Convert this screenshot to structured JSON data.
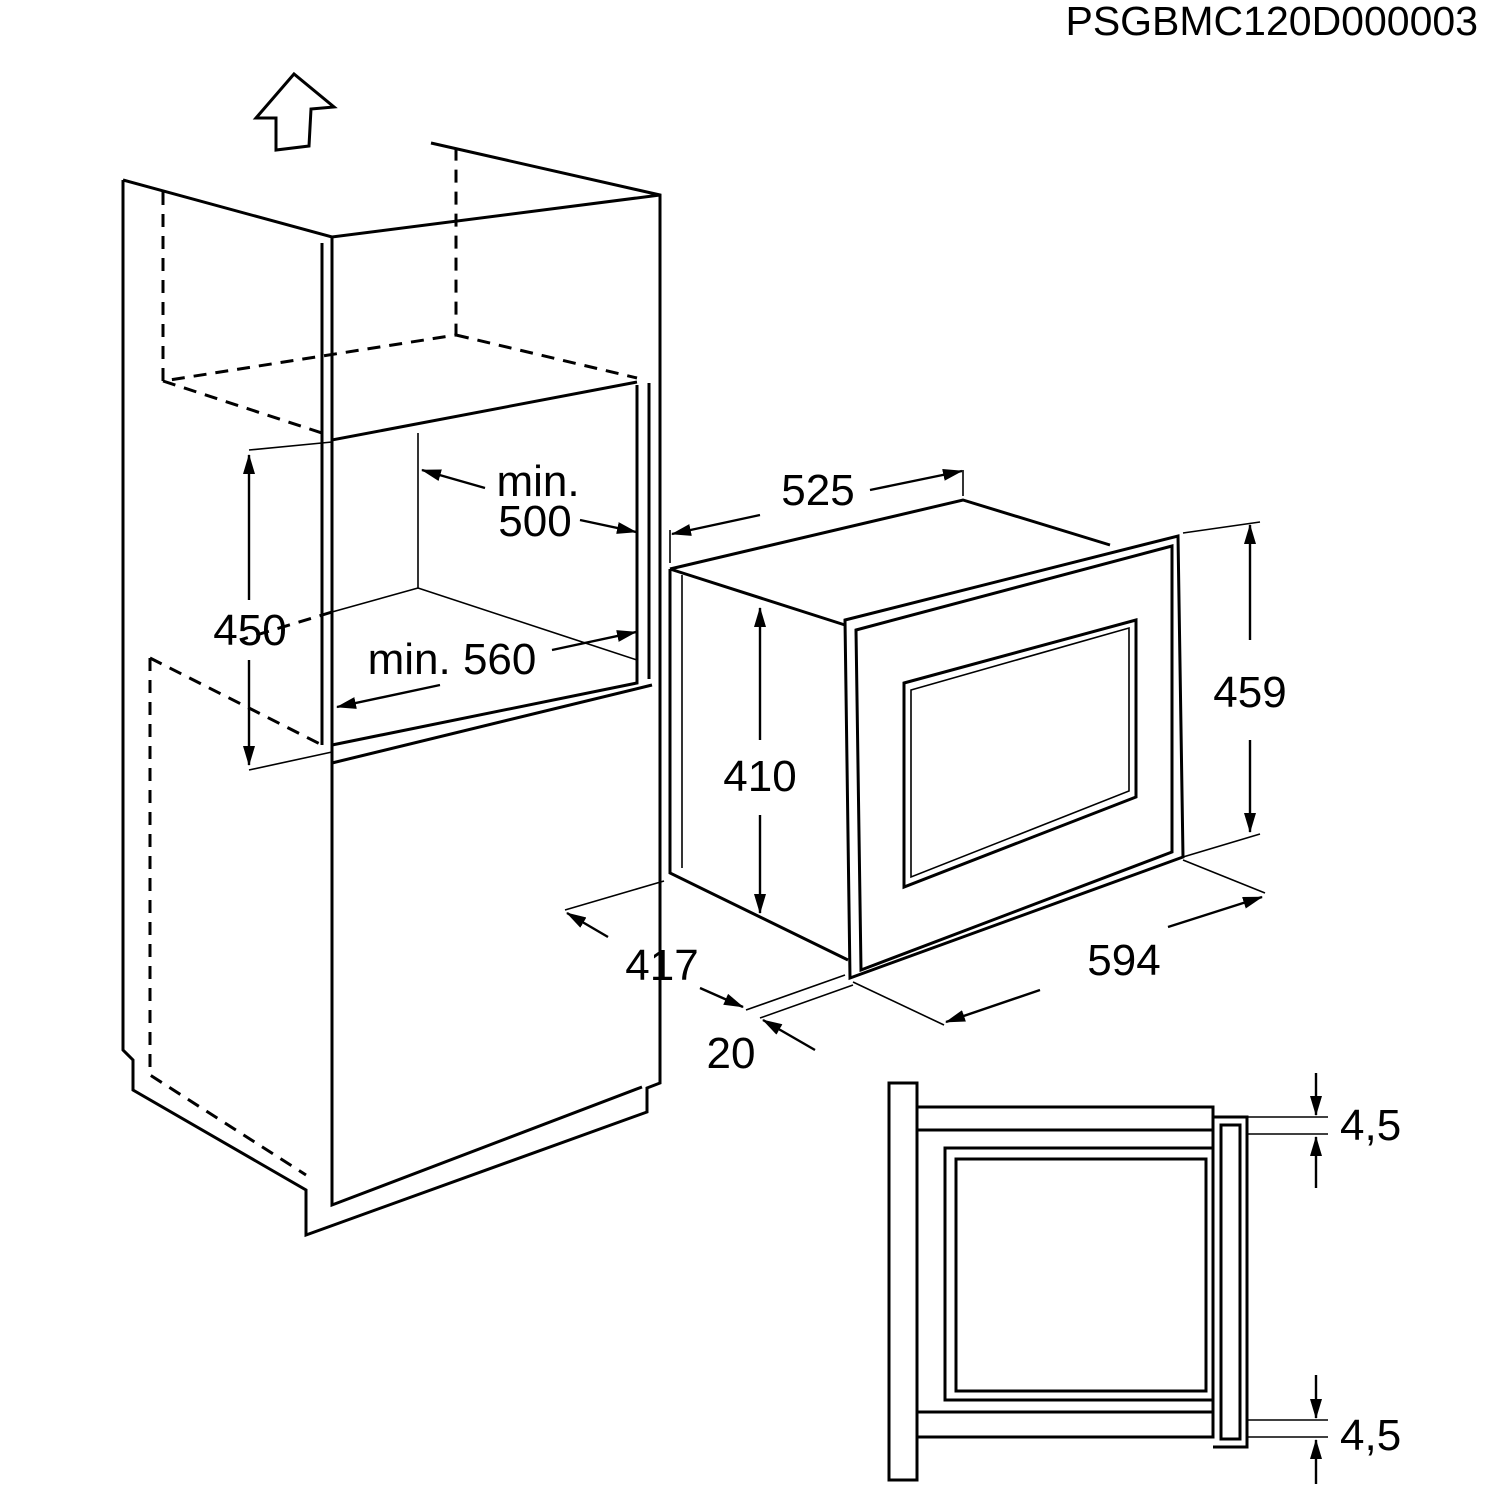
{
  "document_code": "PSGBMC120D000003",
  "dimensions": {
    "cabinet_inner_depth": "min.",
    "cabinet_inner_depth_value": "500",
    "cabinet_inner_width": "min. 560",
    "cabinet_opening_height": "450",
    "appliance_depth": "525",
    "appliance_front_height": "459",
    "appliance_body_height": "410",
    "appliance_front_width": "594",
    "appliance_body_depth": "417",
    "front_offset": "20",
    "top_gap": "4,5",
    "bottom_gap": "4,5"
  },
  "icons": {
    "ventilation": "up-arrow-icon"
  }
}
